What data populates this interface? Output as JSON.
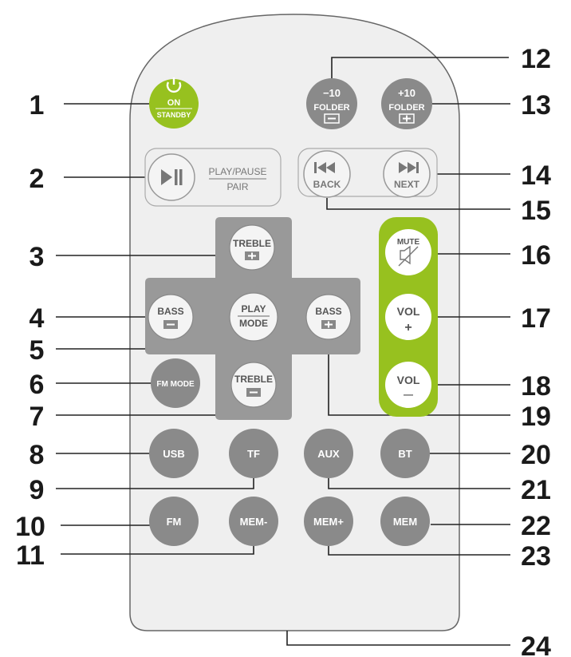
{
  "colors": {
    "body_fill": "#efefef",
    "body_stroke": "#666666",
    "accent_green": "#97c11f",
    "button_gray": "#8a8a8a",
    "button_light": "#f4f4f4",
    "cross_pad": "#999999",
    "label": "#1a1a1a"
  },
  "buttons": {
    "on_standby": {
      "line1": "ON",
      "line2": "STANDBY",
      "icon": "power-icon"
    },
    "folder_minus": {
      "top": "−10",
      "mid": "FOLDER",
      "icon": "minus-box-icon"
    },
    "folder_plus": {
      "top": "+10",
      "mid": "FOLDER",
      "icon": "plus-box-icon"
    },
    "play_pause": {
      "icon": "play-pause-icon",
      "line1": "PLAY/PAUSE",
      "line2": "PAIR"
    },
    "back": {
      "label": "BACK",
      "icon": "skip-back-icon"
    },
    "next": {
      "label": "NEXT",
      "icon": "skip-next-icon"
    },
    "treble_plus": {
      "label": "TREBLE"
    },
    "treble_minus": {
      "label": "TREBLE"
    },
    "bass_minus": {
      "label": "BASS"
    },
    "bass_plus": {
      "label": "BASS"
    },
    "play_mode": {
      "line1": "PLAY",
      "line2": "MODE"
    },
    "fm_mode": {
      "label": "FM MODE"
    },
    "mute": {
      "label": "MUTE",
      "icon": "mute-speaker-icon"
    },
    "vol_up": {
      "label": "VOL",
      "sign": "+"
    },
    "vol_down": {
      "label": "VOL",
      "sign": "—"
    },
    "usb": {
      "label": "USB"
    },
    "tf": {
      "label": "TF"
    },
    "aux": {
      "label": "AUX"
    },
    "bt": {
      "label": "BT"
    },
    "fm": {
      "label": "FM"
    },
    "mem_minus": {
      "label": "MEM-"
    },
    "mem_plus": {
      "label": "MEM+"
    },
    "mem": {
      "label": "MEM"
    }
  },
  "callouts": [
    "1",
    "2",
    "3",
    "4",
    "5",
    "6",
    "7",
    "8",
    "9",
    "10",
    "11",
    "12",
    "13",
    "14",
    "15",
    "16",
    "17",
    "18",
    "19",
    "20",
    "21",
    "22",
    "23",
    "24"
  ]
}
